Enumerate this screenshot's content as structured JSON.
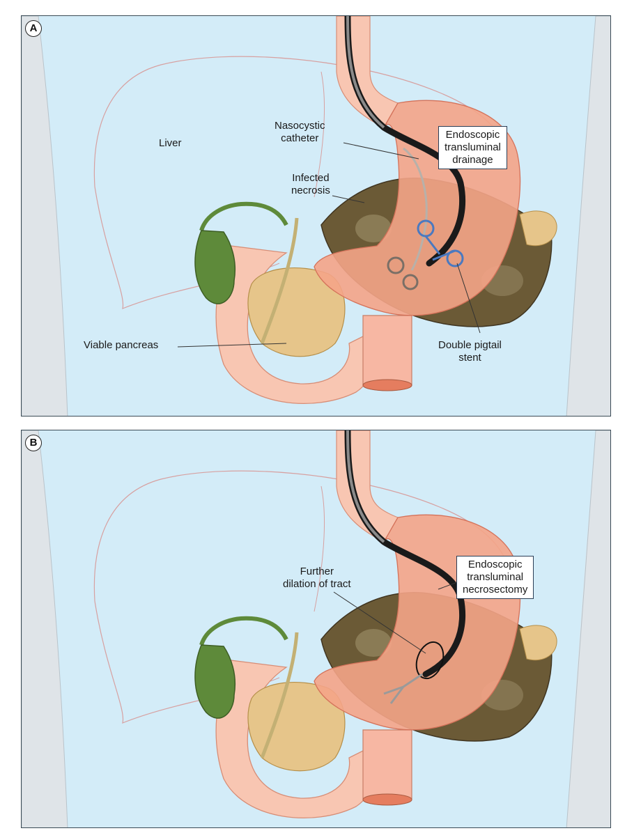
{
  "panels": [
    {
      "letter": "A",
      "labels": {
        "liver": "Liver",
        "catheter": "Nasocystic\ncatheter",
        "necrosis": "Infected\nnecrosis",
        "drainage": "Endoscopic\ntransluminal\ndrainage",
        "pancreas": "Viable pancreas",
        "stent": "Double pigtail\nstent"
      }
    },
    {
      "letter": "B",
      "labels": {
        "dilation": "Further\ndilation of tract",
        "necrosectomy": "Endoscopic\ntransluminal\nnecrosectomy"
      }
    }
  ],
  "colors": {
    "background": "#d3ecf8",
    "body_wall": "#dfe4e8",
    "stomach": "#f4a487",
    "duodenum": "#f8c6b2",
    "gallbladder": "#5e8a3a",
    "necrosis": "#6b5a36",
    "pancreas": "#e6c58a",
    "scope": "#1a1a1a",
    "stent": "#4a79c0"
  }
}
